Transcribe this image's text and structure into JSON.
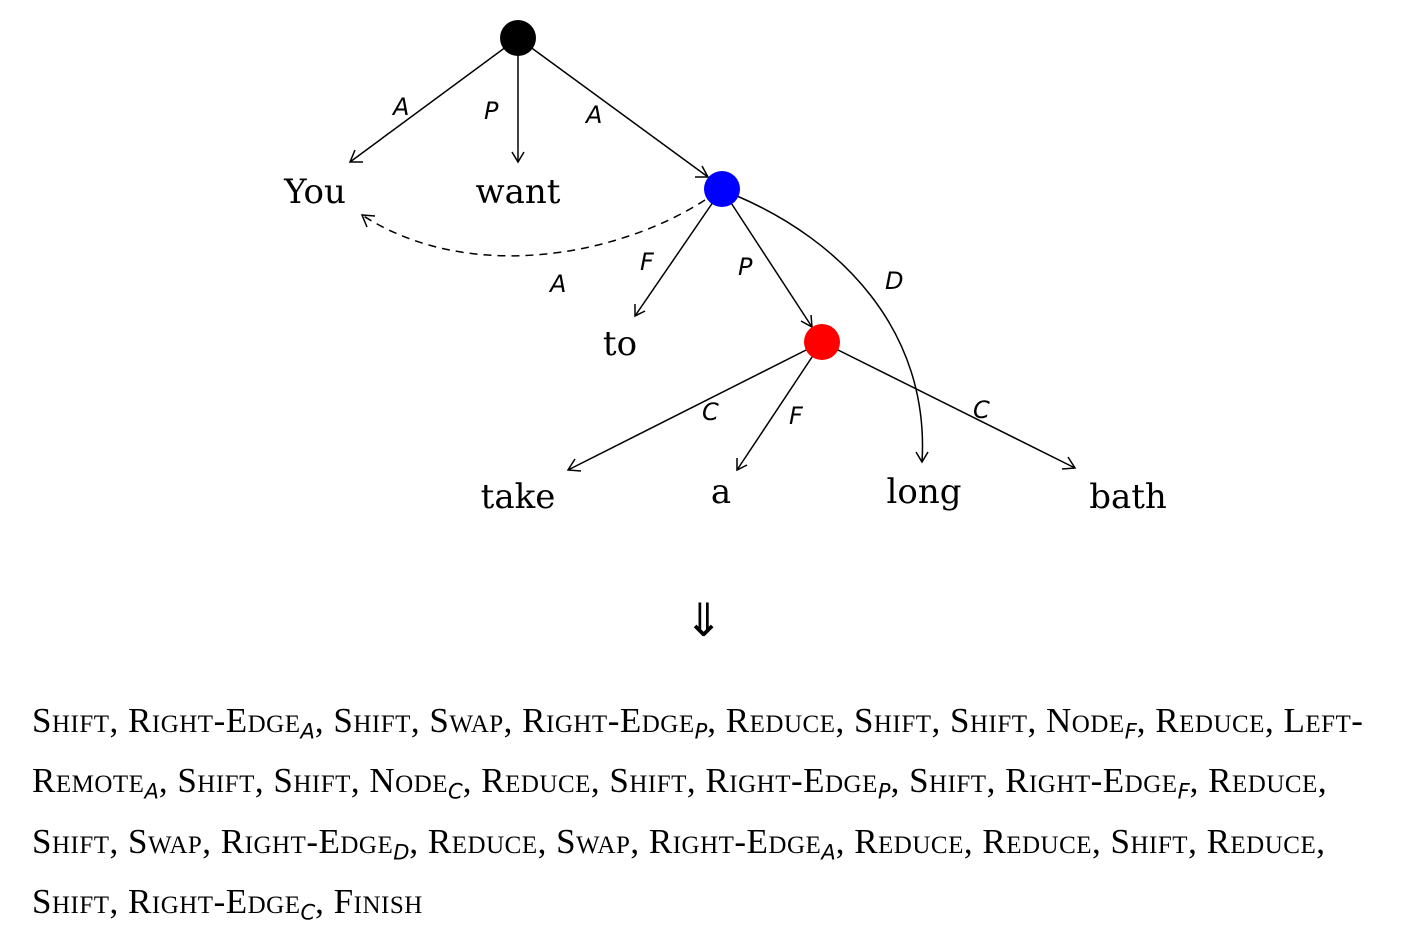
{
  "tokens": {
    "you": "You",
    "want": "want",
    "to": "to",
    "take": "take",
    "a": "a",
    "long": "long",
    "bath": "bath"
  },
  "edge_labels": {
    "root_you": "A",
    "root_want": "P",
    "root_blue": "A",
    "blue_you_remote": "A",
    "blue_to": "F",
    "blue_red": "P",
    "blue_long": "D",
    "red_take": "C",
    "red_a": "F",
    "red_bath": "C"
  },
  "node_colors": {
    "root": "#000000",
    "blue": "#0000ff",
    "red": "#ff0000"
  },
  "arrow_symbol": "⇓",
  "actions": [
    {
      "name": "Shift",
      "sub": "",
      "sep": ", "
    },
    {
      "name": "Right-Edge",
      "sub": "A",
      "sep": ", "
    },
    {
      "name": "Shift",
      "sub": "",
      "sep": ", "
    },
    {
      "name": "Swap",
      "sub": "",
      "sep": ", "
    },
    {
      "name": "Right-Edge",
      "sub": "P",
      "sep": ", "
    },
    {
      "name": "Reduce",
      "sub": "",
      "sep": ", "
    },
    {
      "name": "Shift",
      "sub": "",
      "sep": ", "
    },
    {
      "name": "Shift",
      "sub": "",
      "sep": ", "
    },
    {
      "name": "Node",
      "sub": "F",
      "sep": ", "
    },
    {
      "name": "Reduce",
      "sub": "",
      "sep": ", "
    },
    {
      "name": "Left-Remote",
      "sub": "A",
      "sep": ", "
    },
    {
      "name": "Shift",
      "sub": "",
      "sep": ", "
    },
    {
      "name": "Shift",
      "sub": "",
      "sep": ", "
    },
    {
      "name": "Node",
      "sub": "C",
      "sep": ", "
    },
    {
      "name": "Reduce",
      "sub": "",
      "sep": ", "
    },
    {
      "name": "Shift",
      "sub": "",
      "sep": ", "
    },
    {
      "name": "Right-Edge",
      "sub": "P",
      "sep": ", "
    },
    {
      "name": "Shift",
      "sub": "",
      "sep": ", "
    },
    {
      "name": "Right-Edge",
      "sub": "F",
      "sep": ", "
    },
    {
      "name": "Reduce",
      "sub": "",
      "sep": ", "
    },
    {
      "name": "Shift",
      "sub": "",
      "sep": ", "
    },
    {
      "name": "Swap",
      "sub": "",
      "sep": ", "
    },
    {
      "name": "Right-Edge",
      "sub": "D",
      "sep": ", "
    },
    {
      "name": "Reduce",
      "sub": "",
      "sep": ", "
    },
    {
      "name": "Swap",
      "sub": "",
      "sep": ", "
    },
    {
      "name": "Right-Edge",
      "sub": "A",
      "sep": ", "
    },
    {
      "name": "Reduce",
      "sub": "",
      "sep": ", "
    },
    {
      "name": "Reduce",
      "sub": "",
      "sep": ", "
    },
    {
      "name": "Shift",
      "sub": "",
      "sep": ", "
    },
    {
      "name": "Reduce",
      "sub": "",
      "sep": ", "
    },
    {
      "name": "Shift",
      "sub": "",
      "sep": ", "
    },
    {
      "name": "Right-Edge",
      "sub": "C",
      "sep": ", "
    },
    {
      "name": "Finish",
      "sub": "",
      "sep": ""
    }
  ]
}
